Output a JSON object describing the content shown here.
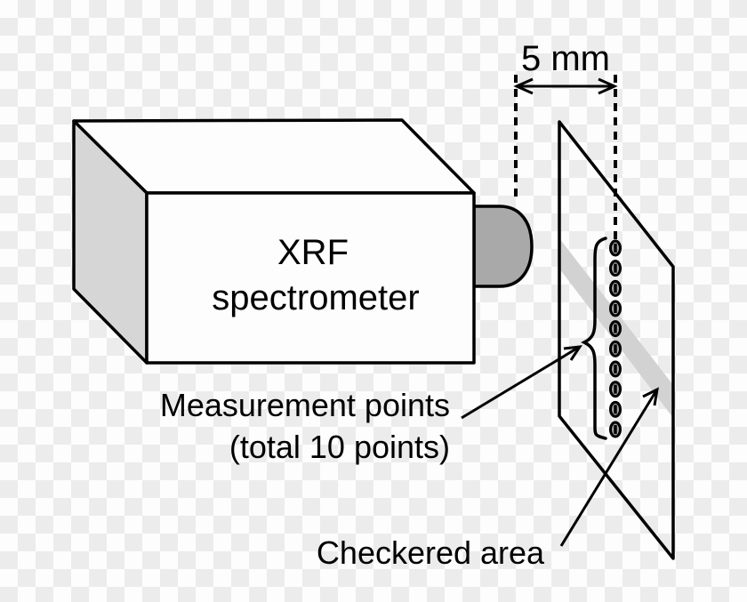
{
  "diagram": {
    "description": "XRF spectrometer measurement setup schematic",
    "dimension": {
      "label": "5 mm"
    },
    "spectrometer": {
      "label_line1": "XRF",
      "label_line2": "spectrometer"
    },
    "measurement_points_label": {
      "line1": "Measurement points",
      "line2": "(total 10 points)"
    },
    "checkered_area_label": "Checkered area"
  },
  "measurement_points": {
    "count": 10
  },
  "colors": {
    "box_face": "#fdfdfd",
    "box_side": "#d6d6d6",
    "nozzle": "#a9a9a9",
    "checkered_band": "#d2d2d2",
    "point_fill": "#a3a3a3",
    "line": "#000000",
    "checker_light": "#fdfdfd",
    "checker_dark": "#ececec"
  }
}
